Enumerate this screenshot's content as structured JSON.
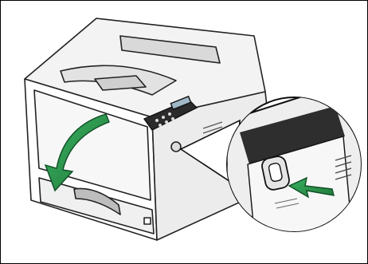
{
  "figure": {
    "illustration": "laser-printer-opening-front-cover",
    "callout": "magnified-front-cover-release-button",
    "arrows": [
      "curved-green-arrow-open-cover",
      "green-arrow-press-button"
    ]
  },
  "colors": {
    "frame": "#000000",
    "printer_body": "#ffffff",
    "printer_shade": "#e6e6e6",
    "printer_dark": "#4a4a4a",
    "panel_dark": "#222222",
    "arrow_green": "#1f7a3a",
    "arrow_green_light": "#3bb061"
  }
}
